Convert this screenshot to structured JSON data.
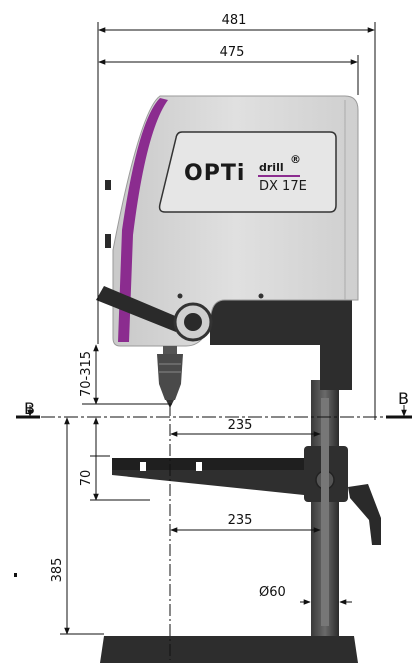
{
  "dimensions": {
    "overall_width": "481",
    "head_width": "475",
    "spindle_travel": "70-315",
    "spindle_to_column_upper": "235",
    "table_thickness": "70",
    "spindle_to_column_lower": "235",
    "table_to_base": "385",
    "column_diameter": "Ø60"
  },
  "section": {
    "left": "B",
    "right": "B"
  },
  "logo": {
    "brand": "OPTi",
    "sub": "drill",
    "reg": "®",
    "model": "DX 17E"
  },
  "colors": {
    "accent": "#8b2c8f",
    "casing": "#d8d8d8",
    "dark": "#2d2d2d",
    "line": "#111111"
  }
}
